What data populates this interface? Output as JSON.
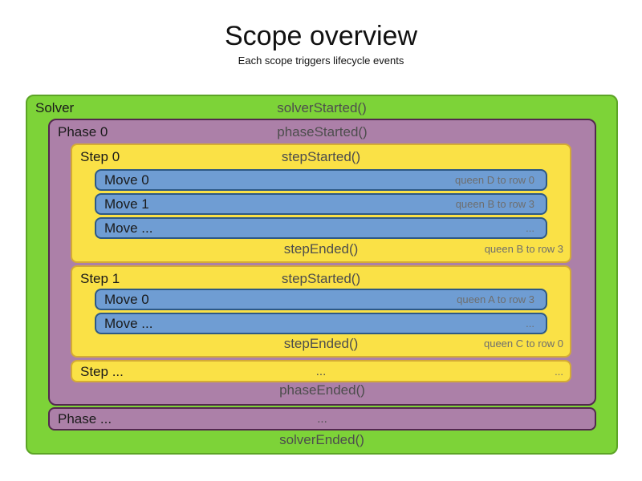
{
  "title": "Scope overview",
  "subtitle": "Each scope triggers lifecycle events",
  "solver": {
    "label": "Solver",
    "started_event": "solverStarted()",
    "ended_event": "solverEnded()",
    "phase0": {
      "label": "Phase 0",
      "started_event": "phaseStarted()",
      "ended_event": "phaseEnded()",
      "steps": [
        {
          "label": "Step 0",
          "started_event": "stepStarted()",
          "ended_event": "stepEnded()",
          "ended_annotation": "queen B to row 3",
          "moves": [
            {
              "label": "Move 0",
              "annotation": "queen D to row 0"
            },
            {
              "label": "Move 1",
              "annotation": "queen B to row 3"
            },
            {
              "label": "Move ...",
              "annotation": "..."
            }
          ]
        },
        {
          "label": "Step 1",
          "started_event": "stepStarted()",
          "ended_event": "stepEnded()",
          "ended_annotation": "queen C to row 0",
          "moves": [
            {
              "label": "Move 0",
              "annotation": "queen A to row 3"
            },
            {
              "label": "Move ...",
              "annotation": "..."
            }
          ]
        }
      ],
      "step_more": {
        "label": "Step ...",
        "center_text": "...",
        "right_text": "..."
      }
    },
    "phase_more": {
      "label": "Phase ...",
      "center_text": "..."
    }
  },
  "colors": {
    "solver_fill": "#7dd338",
    "solver_border": "#5ca426",
    "phase_fill": "#ac80a8",
    "phase_border": "#53284f",
    "step_fill": "#fae146",
    "step_border": "#d4ab35",
    "move_fill": "#6f9dd3",
    "move_border": "#2d5986",
    "label_text": "#1a1a1a",
    "event_text": "#4d4d4d",
    "annotation_text": "#6e6e6e"
  }
}
